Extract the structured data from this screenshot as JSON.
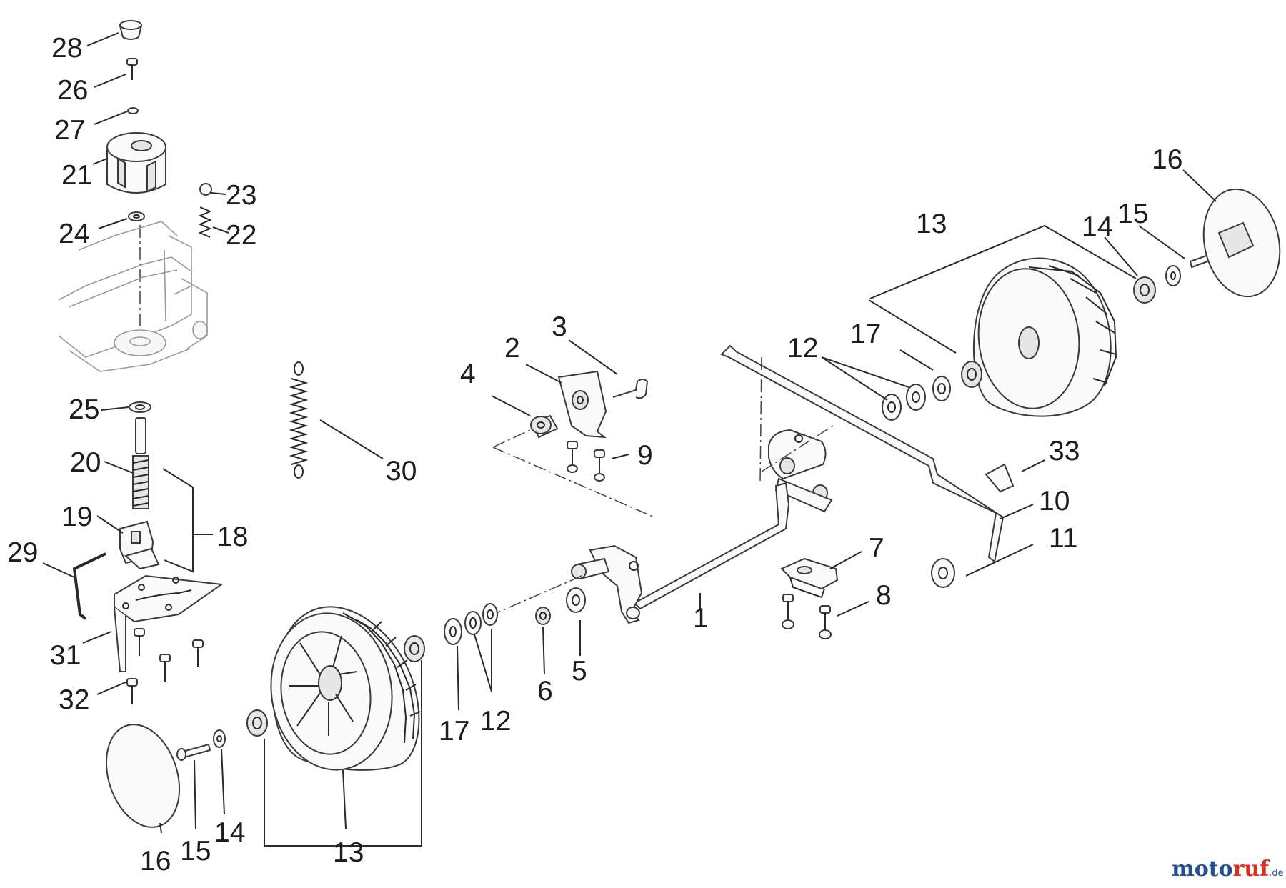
{
  "callouts": {
    "p28": "28",
    "p26": "26",
    "p27": "27",
    "p21": "21",
    "p23": "23",
    "p22": "22",
    "p24": "24",
    "p25": "25",
    "p20": "20",
    "p18": "18",
    "p19": "19",
    "p29": "29",
    "p31": "31",
    "p32": "32",
    "p30": "30",
    "p2": "2",
    "p3": "3",
    "p4": "4",
    "p9": "9",
    "p16_right": "16",
    "p13_right": "13",
    "p14_right": "14",
    "p15_right": "15",
    "p17_right": "17",
    "p12_right": "12",
    "p33": "33",
    "p10": "10",
    "p11": "11",
    "p7": "7",
    "p8": "8",
    "p1": "1",
    "p5": "5",
    "p6": "6",
    "p17_left": "17",
    "p12_left": "12",
    "p16_left": "16",
    "p15_left": "15",
    "p14_left": "14",
    "p13_left": "13"
  },
  "watermark": {
    "brand_blue": "moto",
    "brand_red": "ruf",
    "suffix": ".de"
  },
  "colors": {
    "brand_blue": "#1f4f97",
    "brand_red": "#d9301c",
    "line": "#2a2a2a"
  }
}
